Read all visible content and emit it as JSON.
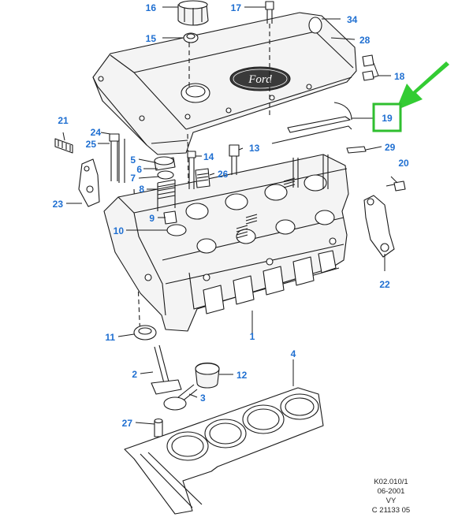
{
  "colors": {
    "callout_text": "#1f6fd1",
    "highlight_box": "#2fbf2f",
    "highlight_arrow": "#33cc33",
    "line": "#1a1a1a"
  },
  "logo_text": "Ford",
  "parts": [
    {
      "id": "p1",
      "label": "1"
    },
    {
      "id": "p2",
      "label": "2"
    },
    {
      "id": "p3",
      "label": "3"
    },
    {
      "id": "p4",
      "label": "4"
    },
    {
      "id": "p5",
      "label": "5"
    },
    {
      "id": "p6",
      "label": "6"
    },
    {
      "id": "p7",
      "label": "7"
    },
    {
      "id": "p8",
      "label": "8"
    },
    {
      "id": "p9",
      "label": "9"
    },
    {
      "id": "p10",
      "label": "10"
    },
    {
      "id": "p11",
      "label": "11"
    },
    {
      "id": "p12",
      "label": "12"
    },
    {
      "id": "p13",
      "label": "13"
    },
    {
      "id": "p14",
      "label": "14"
    },
    {
      "id": "p15",
      "label": "15"
    },
    {
      "id": "p16",
      "label": "16"
    },
    {
      "id": "p17",
      "label": "17"
    },
    {
      "id": "p18",
      "label": "18"
    },
    {
      "id": "p19",
      "label": "19",
      "highlighted": true
    },
    {
      "id": "p20",
      "label": "20"
    },
    {
      "id": "p21",
      "label": "21"
    },
    {
      "id": "p22",
      "label": "22"
    },
    {
      "id": "p23",
      "label": "23"
    },
    {
      "id": "p24",
      "label": "24"
    },
    {
      "id": "p25",
      "label": "25"
    },
    {
      "id": "p26",
      "label": "26"
    },
    {
      "id": "p27",
      "label": "27"
    },
    {
      "id": "p28",
      "label": "28"
    },
    {
      "id": "p29",
      "label": "29"
    },
    {
      "id": "p34",
      "label": "34"
    }
  ],
  "reference": {
    "line1": "K02.010/1",
    "line2": "06-2001",
    "line3": "VY",
    "line4": "C 21133 05"
  }
}
